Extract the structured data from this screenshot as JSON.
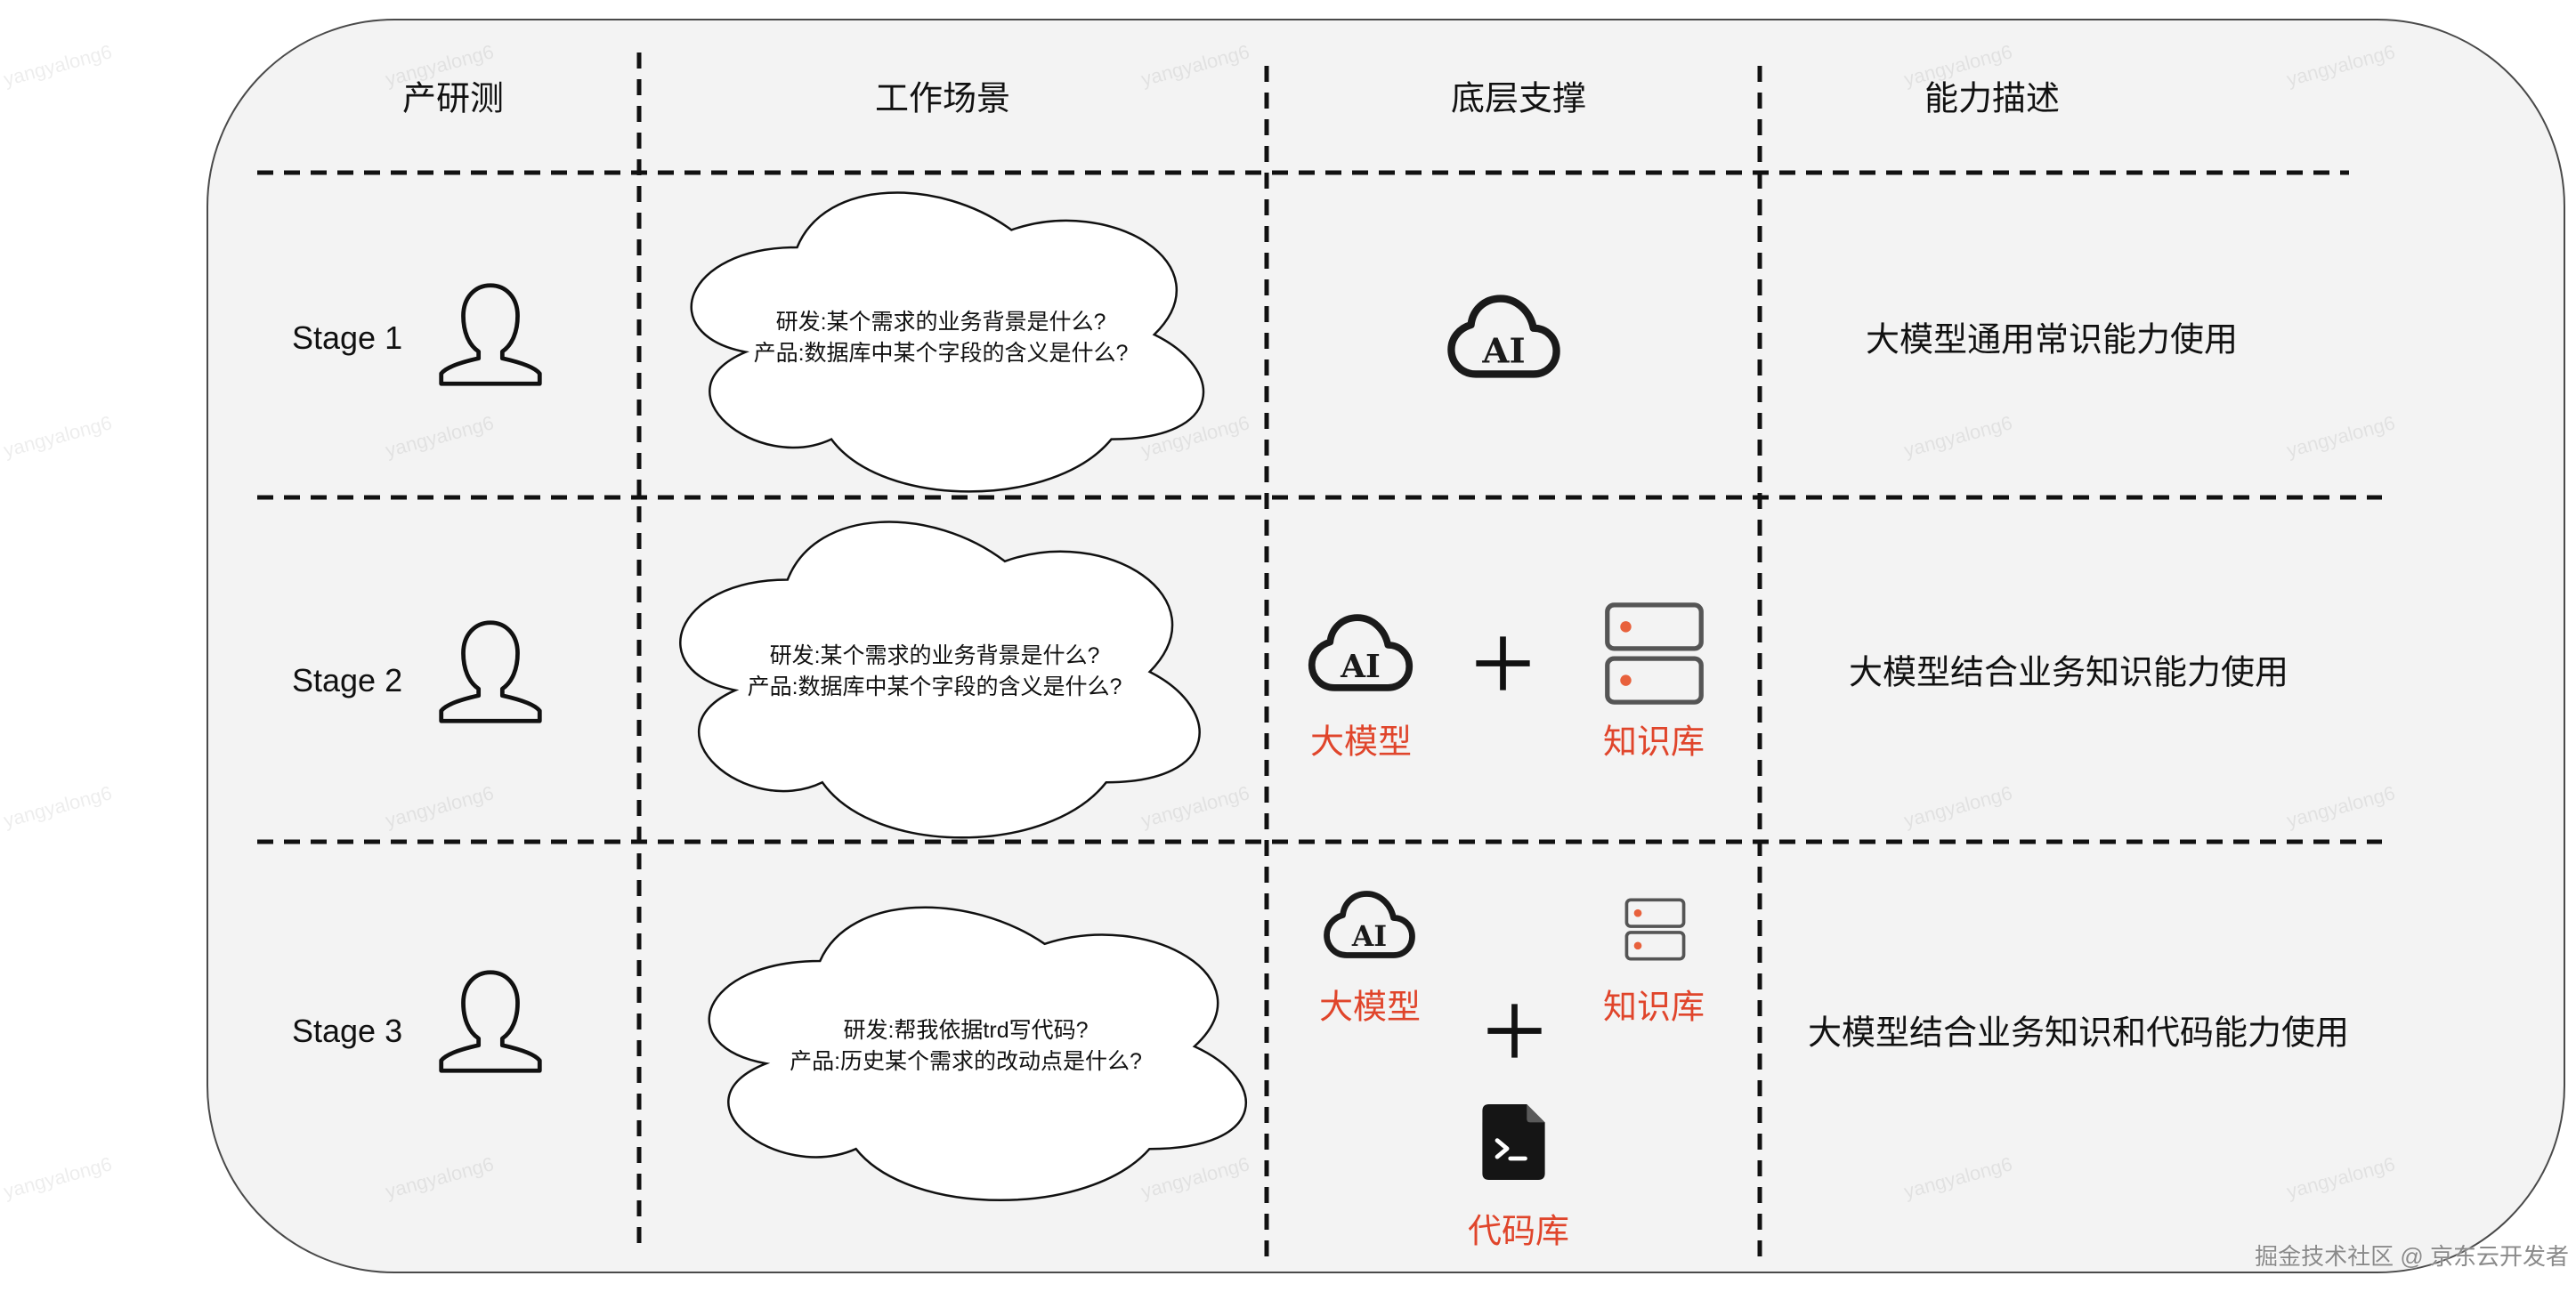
{
  "headers": {
    "col1": "产研测",
    "col2": "工作场景",
    "col3": "底层支撑",
    "col4": "能力描述"
  },
  "rows": [
    {
      "stage": "Stage 1",
      "scenario": [
        "研发:某个需求的业务背景是什么?",
        "产品:数据库中某个字段的含义是什么?"
      ],
      "capability": "大模型通用常识能力使用"
    },
    {
      "stage": "Stage 2",
      "scenario": [
        "研发:某个需求的业务背景是什么?",
        "产品:数据库中某个字段的含义是什么?"
      ],
      "support": {
        "llm_label": "大模型",
        "kb_label": "知识库"
      },
      "capability": "大模型结合业务知识能力使用"
    },
    {
      "stage": "Stage 3",
      "scenario": [
        "研发:帮我依据trd写代码?",
        "产品:历史某个需求的改动点是什么?"
      ],
      "support": {
        "llm_label": "大模型",
        "kb_label": "知识库",
        "code_label": "代码库"
      },
      "capability": "大模型结合业务知识和代码能力使用"
    }
  ],
  "icons": {
    "person": "user-outline-icon",
    "ai_cloud": "ai-cloud-icon",
    "ai_glyph": "AI",
    "knowledge_base": "server-stack-icon",
    "code_repo": "terminal-file-icon",
    "plus": "plus-icon"
  },
  "colors": {
    "panel_fill": "#f3f3f3",
    "panel_border": "#4a4a4a",
    "divider": "#111111",
    "label_red": "#e0452b",
    "db_dot": "#e8613c"
  },
  "watermark": {
    "text": "yangyalong6"
  },
  "footer": "掘金技术社区 @ 京东云开发者"
}
